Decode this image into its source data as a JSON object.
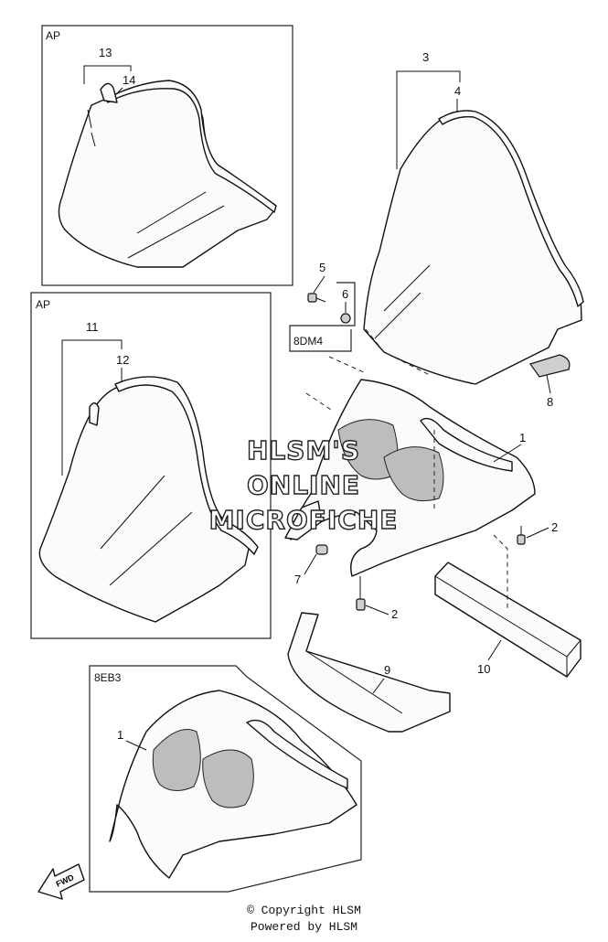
{
  "diagram": {
    "boxes": [
      {
        "id": "ap-top",
        "label": "AP"
      },
      {
        "id": "ap-mid",
        "label": "AP"
      },
      {
        "id": "8dm4",
        "label": "8DM4"
      },
      {
        "id": "8eb3",
        "label": "8EB3"
      }
    ],
    "callouts": [
      "13",
      "14",
      "3",
      "4",
      "5",
      "6",
      "11",
      "12",
      "1",
      "2",
      "8",
      "7",
      "2",
      "9",
      "10",
      "1"
    ],
    "fwd_label": "FWD"
  },
  "watermark": {
    "line1": "HLSM'S",
    "line2": "ONLINE",
    "line3": "MICROFICHE"
  },
  "footer": {
    "copyright": "© Copyright HLSM",
    "powered": "Powered by HLSM"
  }
}
